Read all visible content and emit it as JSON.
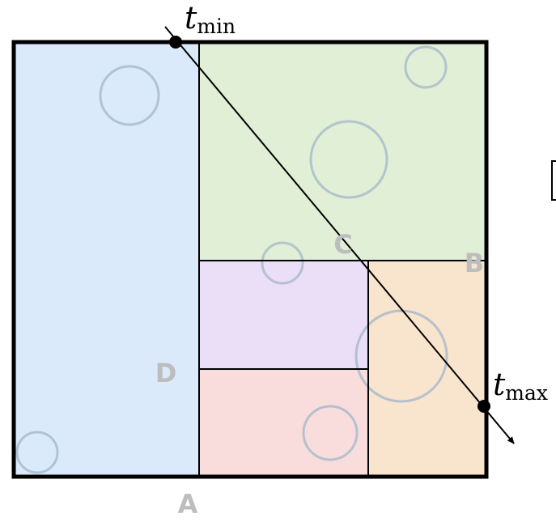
{
  "ray": {
    "t_min_symbol": "t",
    "t_min_subscript": "min",
    "t_max_symbol": "t",
    "t_max_subscript": "max"
  },
  "regions": {
    "A": "A",
    "B": "B",
    "C": "C",
    "D": "D"
  },
  "colors": {
    "outline": "#000000",
    "region_blue": "#dbeafa",
    "region_green": "#e1efd7",
    "region_purple": "#ebdef7",
    "region_orange": "#f9e4cd",
    "region_pink": "#f9dddd",
    "circle_stroke": "#a9bccb",
    "label_gray": "#bdbdbd"
  }
}
